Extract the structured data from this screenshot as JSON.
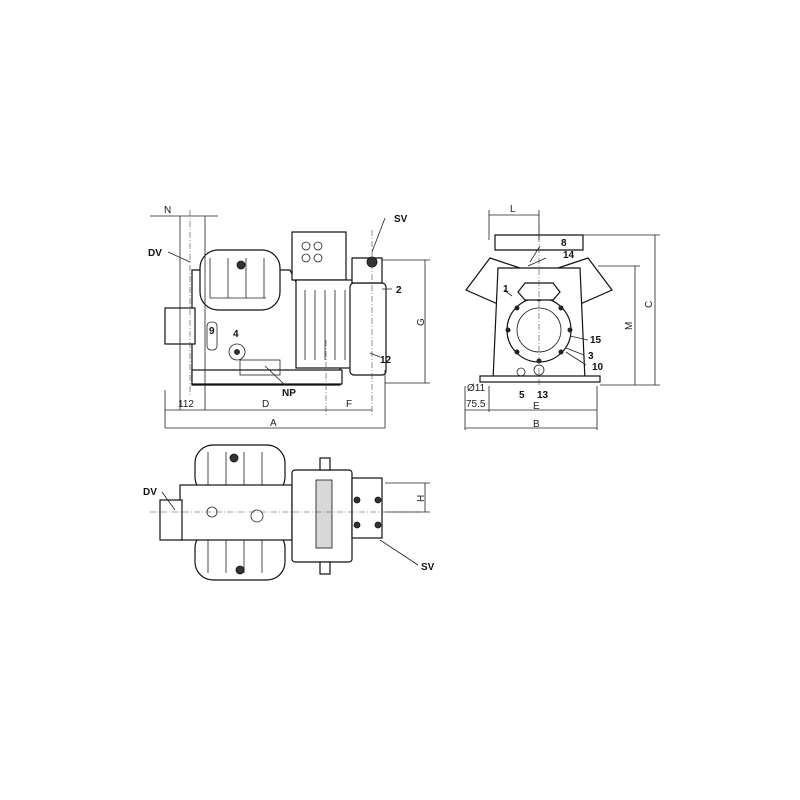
{
  "side_view": {
    "labels": {
      "n": "N",
      "dv": "DV",
      "sv": "SV",
      "p2": "2",
      "g": "G",
      "p12": "12",
      "p9": "9",
      "p4": "4",
      "np": "NP"
    },
    "dimensions": {
      "d112": "112",
      "d": "D",
      "f": "F",
      "a": "A"
    }
  },
  "front_view": {
    "labels": {
      "p8": "8",
      "p14": "14",
      "p1": "1",
      "p15": "15",
      "p3": "3",
      "p10": "10",
      "p5": "5",
      "p13": "13"
    },
    "dimensions": {
      "l": "L",
      "hole": "Ø11",
      "d755": "75.5",
      "e": "E",
      "b": "B",
      "m": "M",
      "c": "C"
    }
  },
  "top_view": {
    "labels": {
      "dv": "DV",
      "sv": "SV",
      "h": "H"
    }
  }
}
